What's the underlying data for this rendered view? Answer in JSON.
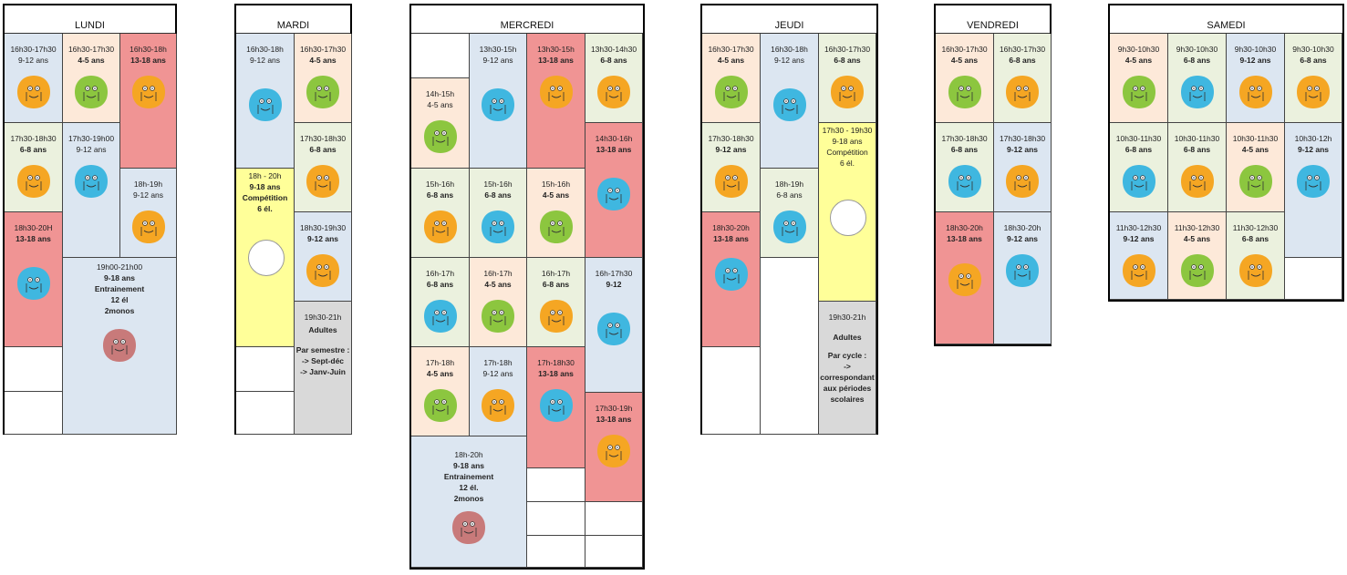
{
  "days": [
    "LUNDI",
    "MARDI",
    "MERCREDI",
    "JEUDI",
    "VENDREDI",
    "SAMEDI"
  ],
  "colors": {
    "blue": "#dce6f1",
    "peach": "#fde9d9",
    "green": "#ebf1de",
    "red": "#f09494",
    "yellow": "#ffff99",
    "gray": "#d9d9d9",
    "icon_blue": "#3fb7e0",
    "icon_orange": "#f5a623",
    "icon_green": "#8cc63f",
    "icon_pink": "#c87a7a"
  },
  "icons": {
    "blue": "bird-icon",
    "orange": "giraffe-icon",
    "green": "dinosaur-icon",
    "pink": "climber-icon"
  },
  "lundi": [
    {
      "time": "16h30-17h30",
      "age": "9-12 ans"
    },
    {
      "time": "16h30-17h30",
      "age": "4-5 ans"
    },
    {
      "time": "16h30-18h",
      "age": "13-18 ans"
    },
    {
      "time": "17h30-18h30",
      "age": "6-8 ans"
    },
    {
      "time": "17h30-19h00",
      "age": "9-12 ans"
    },
    {
      "time": "18h-19h",
      "age": "9-12 ans"
    },
    {
      "time": "18h30-20H",
      "age": "13-18 ans"
    },
    {
      "time": "19h00-21h00",
      "age": "9-18 ans",
      "l1": "Entrainement",
      "l2": "12 él",
      "l3": "2monos"
    }
  ],
  "mardi": [
    {
      "time": "16h30-18h",
      "age": "9-12 ans"
    },
    {
      "time": "16h30-17h30",
      "age": "4-5 ans"
    },
    {
      "time": "17h30-18h30",
      "age": "6-8 ans"
    },
    {
      "time": "18h - 20h",
      "age": "9-18 ans",
      "l1": "Compétition",
      "l2": "6 él."
    },
    {
      "time": "18h30-19h30",
      "age": "9-12 ans"
    },
    {
      "time": "19h30-21h",
      "l1": "Adultes",
      "l2": "Par semestre :",
      "l3": "-> Sept-déc",
      "l4": "-> Janv-Juin"
    }
  ],
  "mercredi": [
    {
      "time": "13h30-15h",
      "age": "9-12 ans"
    },
    {
      "time": "13h30-15h",
      "age": "13-18 ans"
    },
    {
      "time": "13h30-14h30",
      "age": "6-8 ans"
    },
    {
      "time": "14h-15h",
      "age": "4-5 ans"
    },
    {
      "time": "14h30-16h",
      "age": "13-18 ans"
    },
    {
      "time": "15h-16h",
      "age": "6-8 ans"
    },
    {
      "time": "15h-16h",
      "age": "6-8 ans"
    },
    {
      "time": "15h-16h",
      "age": "4-5 ans"
    },
    {
      "time": "16h-17h",
      "age": "6-8 ans"
    },
    {
      "time": "16h-17h",
      "age": "4-5 ans"
    },
    {
      "time": "16h-17h",
      "age": "6-8 ans"
    },
    {
      "time": "16h-17h30",
      "age": "9-12"
    },
    {
      "time": "17h-18h",
      "age": "4-5 ans"
    },
    {
      "time": "17h-18h",
      "age": "9-12 ans"
    },
    {
      "time": "17h-18h30",
      "age": "13-18 ans"
    },
    {
      "time": "17h30-19h",
      "age": "13-18 ans"
    },
    {
      "time": "18h-20h",
      "age": "9-18 ans",
      "l1": "Entrainement",
      "l2": "12 él.",
      "l3": "2monos"
    }
  ],
  "jeudi": [
    {
      "time": "16h30-17h30",
      "age": "4-5 ans"
    },
    {
      "time": "16h30-18h",
      "age": "9-12 ans"
    },
    {
      "time": "16h30-17h30",
      "age": "6-8 ans"
    },
    {
      "time": "17h30 - 19h30",
      "age": "9-18 ans",
      "l1": "Compétition",
      "l2": "6 él."
    },
    {
      "time": "17h30-18h30",
      "age": "9-12 ans"
    },
    {
      "time": "18h-19h",
      "age": "6-8 ans"
    },
    {
      "time": "18h30-20h",
      "age": "13-18 ans"
    },
    {
      "time": "19h30-21h",
      "l1": "Adultes",
      "l2": "Par cycle :",
      "l3": "->",
      "l4": "correspondant",
      "l5": "aux périodes",
      "l6": "scolaires"
    }
  ],
  "vendredi": [
    {
      "time": "16h30-17h30",
      "age": "4-5 ans"
    },
    {
      "time": "16h30-17h30",
      "age": "6-8 ans"
    },
    {
      "time": "17h30-18h30",
      "age": "6-8 ans"
    },
    {
      "time": "17h30-18h30",
      "age": "9-12 ans"
    },
    {
      "time": "18h30-20h",
      "age": "13-18 ans"
    },
    {
      "time": "18h30-20h",
      "age": "9-12 ans"
    }
  ],
  "samedi": [
    {
      "time": "9h30-10h30",
      "age": "4-5 ans"
    },
    {
      "time": "9h30-10h30",
      "age": "6-8 ans"
    },
    {
      "time": "9h30-10h30",
      "age": "9-12 ans"
    },
    {
      "time": "9h30-10h30",
      "age": "6-8 ans"
    },
    {
      "time": "10h30-11h30",
      "age": "6-8 ans"
    },
    {
      "time": "10h30-11h30",
      "age": "6-8 ans"
    },
    {
      "time": "10h30-11h30",
      "age": "4-5 ans"
    },
    {
      "time": "10h30-12h",
      "age": "9-12 ans"
    },
    {
      "time": "11h30-12h30",
      "age": "9-12 ans"
    },
    {
      "time": "11h30-12h30",
      "age": "4-5 ans"
    },
    {
      "time": "11h30-12h30",
      "age": "6-8 ans"
    }
  ]
}
